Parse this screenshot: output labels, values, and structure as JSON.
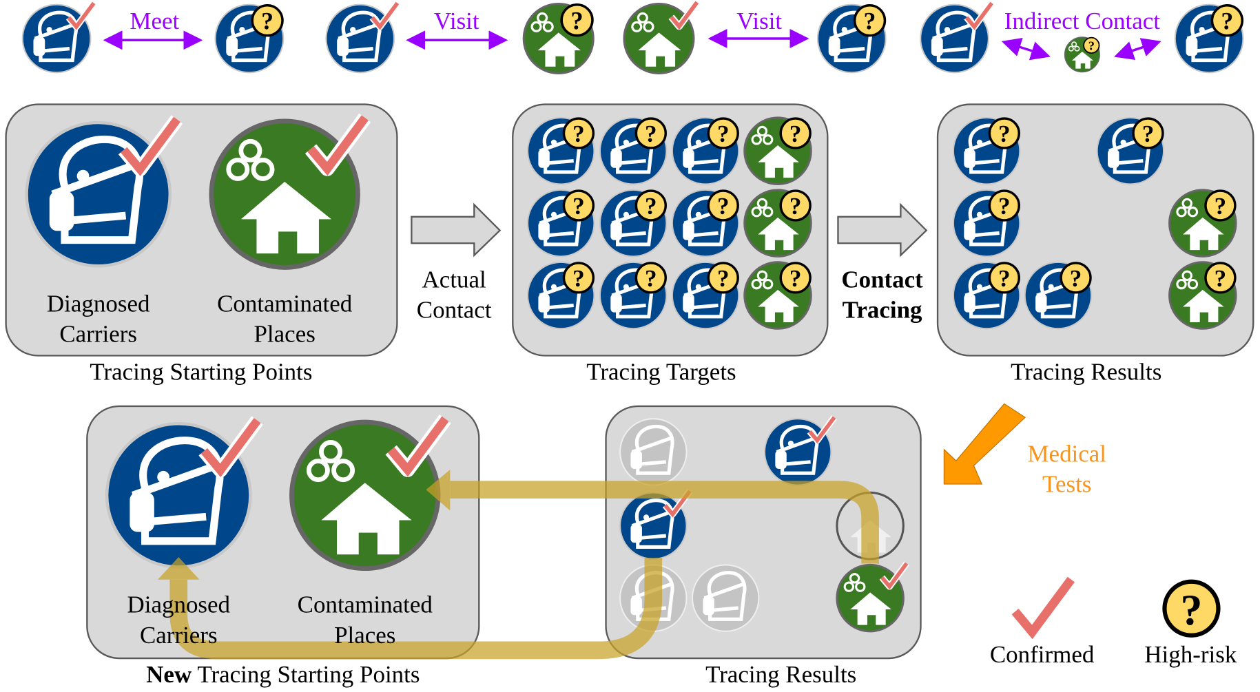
{
  "colors": {
    "carrier": "#00468b",
    "place": "#3a7a22",
    "confirmed": "#e8706a",
    "high_risk": "#ffd966",
    "relation": "#9900ff",
    "medical": "#f7941d",
    "path": "#c9a227"
  },
  "top_row": {
    "relations": [
      "Meet",
      "Visit",
      "Visit",
      "Indirect Contact"
    ],
    "icons": [
      {
        "type": "carrier",
        "status": "confirmed"
      },
      {
        "type": "carrier",
        "status": "high-risk"
      },
      {
        "type": "carrier",
        "status": "confirmed"
      },
      {
        "type": "place",
        "status": "high-risk"
      },
      {
        "type": "place",
        "status": "confirmed"
      },
      {
        "type": "carrier",
        "status": "high-risk"
      },
      {
        "type": "carrier",
        "status": "confirmed"
      },
      {
        "type": "place",
        "status": "high-risk"
      },
      {
        "type": "carrier",
        "status": "high-risk"
      }
    ]
  },
  "starting_points": {
    "carriers_label_1": "Diagnosed",
    "carriers_label_2": "Carriers",
    "places_label_1": "Contaminated",
    "places_label_2": "Places",
    "caption": "Tracing Starting Points"
  },
  "actual_contact": {
    "line1": "Actual",
    "line2": "Contact"
  },
  "targets": {
    "caption": "Tracing Targets",
    "rows": 3,
    "columns": [
      "carrier",
      "carrier",
      "carrier",
      "place"
    ],
    "status": "high-risk"
  },
  "contact_tracing": {
    "line1": "Contact",
    "line2": "Tracing"
  },
  "results": {
    "caption": "Tracing Results",
    "items": [
      {
        "type": "carrier",
        "status": "high-risk"
      },
      {
        "type": "carrier",
        "status": "high-risk"
      },
      {
        "type": "carrier",
        "status": "high-risk"
      },
      {
        "type": "place",
        "status": "high-risk"
      },
      {
        "type": "carrier",
        "status": "high-risk"
      },
      {
        "type": "carrier",
        "status": "high-risk"
      },
      {
        "type": "place",
        "status": "high-risk"
      }
    ]
  },
  "medical_tests": {
    "line1": "Medical",
    "line2": "Tests"
  },
  "new_starting_points": {
    "carriers_label_1": "Diagnosed",
    "carriers_label_2": "Carriers",
    "places_label_1": "Contaminated",
    "places_label_2": "Places",
    "caption_bold": "New",
    "caption_rest": " Tracing Starting Points"
  },
  "tested_results": {
    "caption": "Tracing Results",
    "items": [
      {
        "type": "carrier",
        "status": "negative"
      },
      {
        "type": "carrier",
        "status": "confirmed"
      },
      {
        "type": "carrier",
        "status": "confirmed"
      },
      {
        "type": "place",
        "status": "negative"
      },
      {
        "type": "carrier",
        "status": "negative"
      },
      {
        "type": "carrier",
        "status": "negative"
      },
      {
        "type": "place",
        "status": "confirmed"
      }
    ]
  },
  "legend": {
    "confirmed": "Confirmed",
    "high_risk": "High-risk"
  }
}
